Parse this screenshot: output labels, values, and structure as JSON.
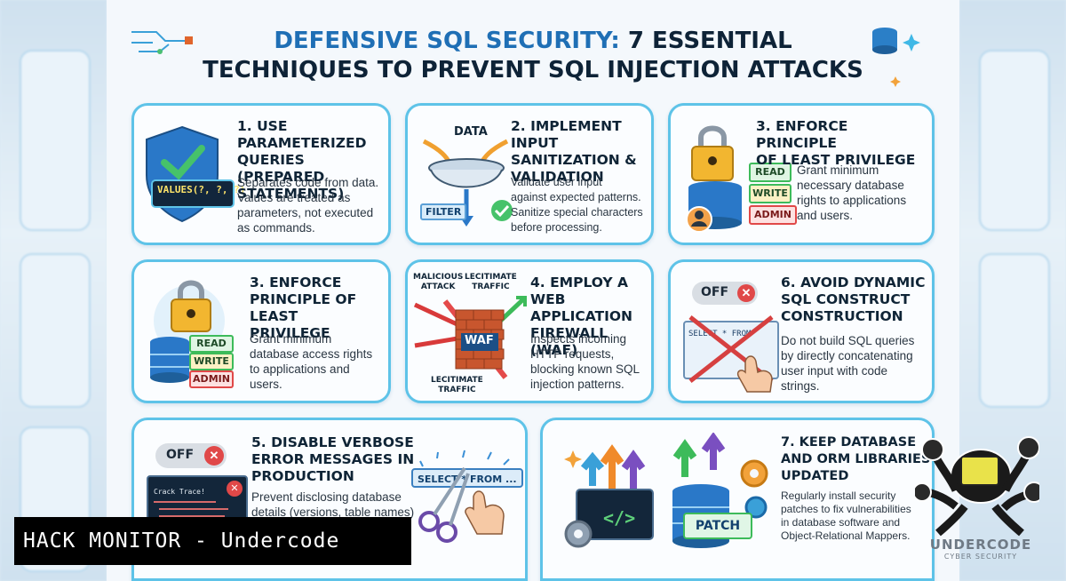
{
  "title": {
    "line1_blue": "DEFENSIVE SQL SECURITY:",
    "line1_dark": "7 ESSENTIAL",
    "line2": "TECHNIQUES TO PREVENT SQL INJECTION ATTACKS"
  },
  "cards": [
    {
      "heading": [
        "1. USE PARAMETERIZED",
        "QUERIES (PREPARED",
        "STATEMENTS)"
      ],
      "body": [
        "Separates code from data.",
        "Values are treated as",
        "parameters, not executed",
        "as commands."
      ],
      "code_label": "VALUES(?, ?, ?)"
    },
    {
      "heading": [
        "2. IMPLEMENT INPUT",
        "SANITIZATION &",
        "VALIDATION"
      ],
      "body": [
        "Validate user input",
        "against expected patterns.",
        "Sanitize special characters",
        "before processing."
      ],
      "data_label": "DATA",
      "filter_label": "FILTER"
    },
    {
      "heading": [
        "3. ENFORCE PRINCIPLE",
        "OF LEAST PRIVILEGE"
      ],
      "body": [
        "Grant minimum",
        "necessary database",
        "rights to applications",
        "and users."
      ],
      "tags": [
        "READ",
        "WRITE",
        "ADMIN"
      ]
    },
    {
      "heading": [
        "3. ENFORCE",
        "PRINCIPLE OF LEAST",
        "PRIVILEGE"
      ],
      "body": [
        "Grant minimum",
        "database access rights",
        "to applications and",
        "users."
      ],
      "tags": [
        "READ",
        "WRITE",
        "ADMIN"
      ]
    },
    {
      "heading": [
        "4. EMPLOY A WEB",
        "APPLICATION",
        "FIREWALL (WAF)"
      ],
      "body": [
        "Inspects incoming",
        "HTTP requests,",
        "blocking known SQL",
        "injection patterns."
      ],
      "malicious": [
        "MALICIOUS",
        "ATTACK"
      ],
      "legit_top": [
        "LECITIMATE",
        "TRAFFIC"
      ],
      "legit_bottom": [
        "LECITIMATE",
        "TRAFFIC"
      ],
      "waf_label": "WAF"
    },
    {
      "heading": [
        "6. AVOID DYNAMIC",
        "SQL CONSTRUCT",
        "CONSTRUCTION"
      ],
      "body": [
        "Do not build SQL queries",
        "by directly concatenating",
        "user input with code",
        "strings."
      ],
      "toggle_label": "OFF",
      "code_snippet": "SELECT * FROM"
    },
    {
      "heading": [
        "5. DISABLE VERBOSE",
        "ERROR MESSAGES IN",
        "PRODUCTION"
      ],
      "body": [
        "Prevent disclosing database",
        "details (versions, table names)"
      ],
      "toggle_label": "OFF",
      "select_label": "SELECT * FROM ...",
      "console_title": "Crack Trace!"
    },
    {
      "heading": [
        "7. KEEP DATABASE",
        "AND ORM LIBRARIES",
        "UPDATED"
      ],
      "body": [
        "Regularly install security",
        "patches to fix vulnerabilities",
        "in database software and",
        "Object-Relational Mappers."
      ],
      "patch_label": "PATCH",
      "code_glyph": "</>"
    }
  ],
  "watermark": "HACK MONITOR - Undercode",
  "logo": {
    "name": "UNDERCODE",
    "tagline": "CYBER SECURITY"
  },
  "colors": {
    "title_blue": "#1f6fb5",
    "card_border": "#5ec3e8",
    "read_green": "#3dbb5a",
    "admin_red": "#e04848",
    "write_yellow": "#e6c23a"
  }
}
